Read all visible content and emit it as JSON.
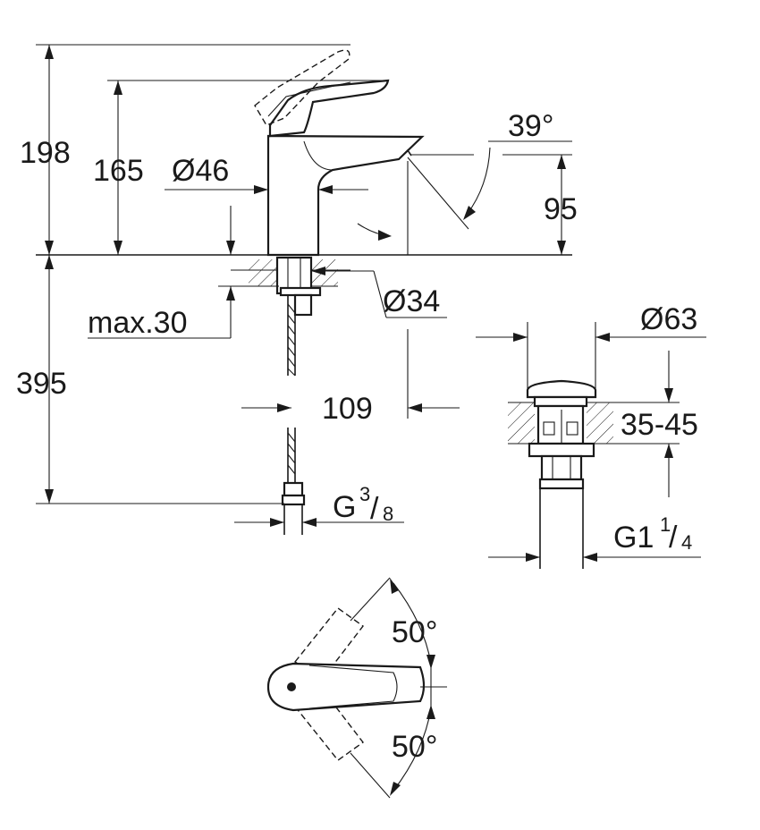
{
  "dimensions": {
    "total_height": "198",
    "handle_height": "165",
    "body_diameter": "Ø46",
    "spout_angle": "39°",
    "spout_height": "95",
    "base_diameter": "Ø34",
    "max_thickness": "max.30",
    "hose_length": "395",
    "spout_reach": "109",
    "connection": {
      "main": "G",
      "num": "3",
      "den": "8"
    },
    "waste_diameter": "Ø63",
    "waste_range": "35-45",
    "waste_thread": {
      "main": "G1",
      "num": "1",
      "den": "4"
    },
    "rotation_top": "50°",
    "rotation_bottom": "50°"
  }
}
